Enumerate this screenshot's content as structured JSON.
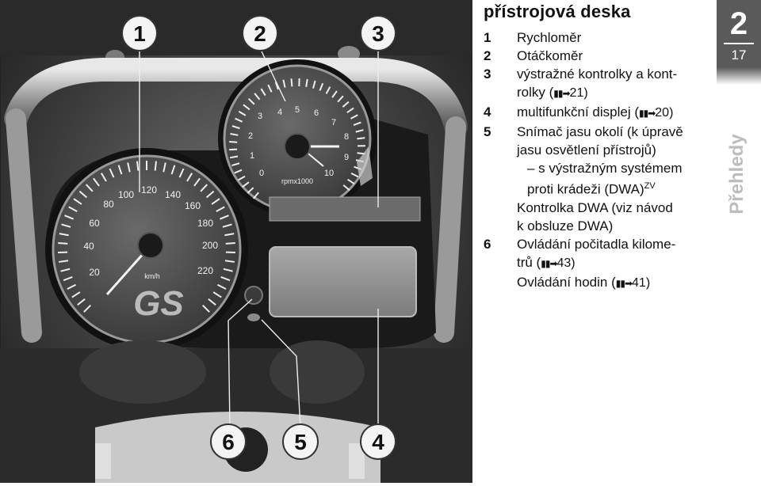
{
  "header": {
    "title": "přístrojová deska"
  },
  "callouts": [
    "1",
    "2",
    "3",
    "4",
    "5",
    "6"
  ],
  "gauges": {
    "speedometer": {
      "ticks": [
        "20",
        "40",
        "60",
        "80",
        "100",
        "120",
        "140",
        "160",
        "180",
        "200",
        "220"
      ],
      "unit": "km/h",
      "logo": "GS"
    },
    "tachometer": {
      "ticks": [
        "0",
        "1",
        "2",
        "3",
        "4",
        "5",
        "6",
        "7",
        "8",
        "9",
        "10"
      ],
      "unit": "rpmx1000"
    }
  },
  "legend": [
    {
      "num": "1",
      "text": "Rychloměr"
    },
    {
      "num": "2",
      "text": "Otáčkoměr"
    },
    {
      "num": "3",
      "text": "výstražné kontrolky a kont-"
    },
    {
      "num": "",
      "text": "rolky (",
      "ref": "21)"
    },
    {
      "num": "4",
      "text": "multifunkční displej (",
      "ref": "20)"
    },
    {
      "num": "5",
      "text": "Snímač jasu okolí (k úpravě"
    },
    {
      "num": "",
      "text": "jasu osvětlení přístrojů)"
    },
    {
      "num": "",
      "text": "– s výstražným systémem",
      "sub": true
    },
    {
      "num": "",
      "text": "proti krádeži (DWA)",
      "sup": "ZV",
      "sub": true
    },
    {
      "num": "",
      "text": "Kontrolka DWA (viz návod"
    },
    {
      "num": "",
      "text": "k obsluze DWA)"
    },
    {
      "num": "6",
      "text": "Ovládání počitadla kilome-"
    },
    {
      "num": "",
      "text": "trů (",
      "ref": "43)"
    },
    {
      "num": "",
      "text": "Ovládání hodin (",
      "ref": "41)"
    }
  ],
  "chapter": {
    "number": "2",
    "page": "17",
    "side_label": "Přehledy"
  },
  "icons": {
    "reference_arrow": "page-ref-arrow-icon"
  }
}
